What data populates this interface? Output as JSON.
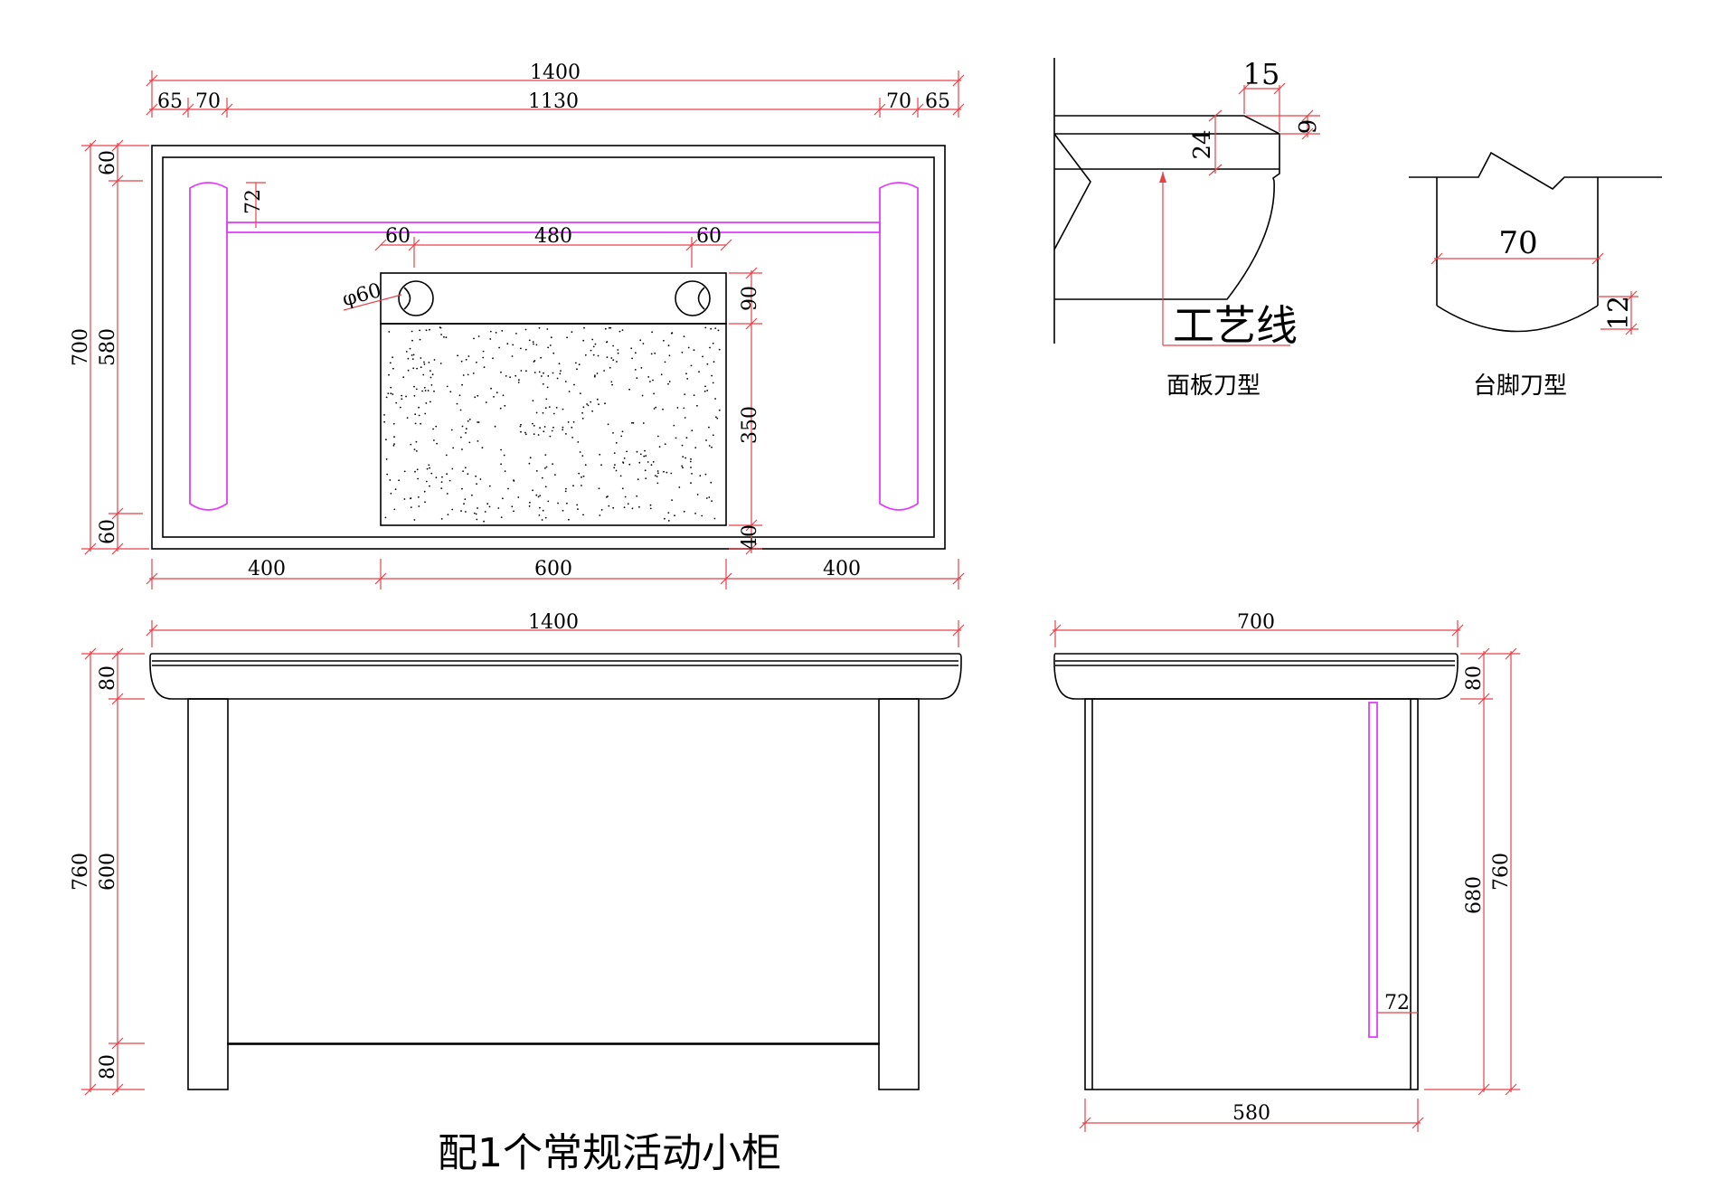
{
  "colors": {
    "outline": "#000000",
    "dimension": "#e8414a",
    "highlight": "#e040fb",
    "dots": "#000000"
  },
  "plan": {
    "overall_width": "1400",
    "segments": [
      "65",
      "70",
      "1130",
      "70",
      "65"
    ],
    "mid_widths": [
      "60",
      "480",
      "60"
    ],
    "bar_offset": "72",
    "hole_diameter": "φ60",
    "right_heights": [
      "90",
      "350",
      "40"
    ],
    "left_total": "700",
    "left_parts": [
      "60",
      "580",
      "60"
    ],
    "bottom_widths": [
      "400",
      "600",
      "400"
    ]
  },
  "front": {
    "width": "1400",
    "left_total": "760",
    "left_parts": [
      "80",
      "600",
      "80"
    ]
  },
  "side": {
    "width": "700",
    "bottom_width": "580",
    "right_total": "760",
    "right_parts": [
      "80",
      "680"
    ],
    "inner_offset": "72"
  },
  "panel_profile": {
    "dim_top": "15",
    "dim_right": "9",
    "dim_thickness": "24",
    "process_line_label": "工艺线",
    "caption": "面板刀型"
  },
  "leg_profile": {
    "dim_width": "70",
    "dim_height": "12",
    "caption": "台脚刀型"
  },
  "note": "配1个常规活动小柜"
}
